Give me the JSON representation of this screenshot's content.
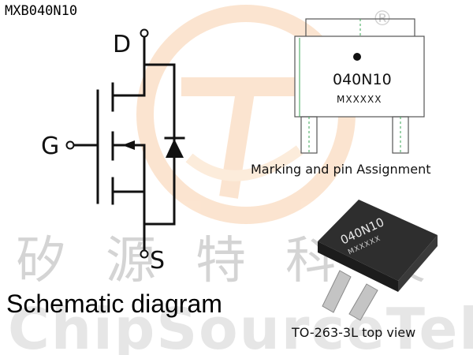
{
  "part_number": "MXB040N10",
  "schematic": {
    "caption": "Schematic diagram",
    "pin_drain": "D",
    "pin_gate": "G",
    "pin_source": "S"
  },
  "marking": {
    "caption": "Marking and pin Assignment",
    "code": "040N10",
    "lot": "MXXXXX"
  },
  "package": {
    "caption": "TO-263-3L top view",
    "code": "040N10",
    "lot": "MXXXXX"
  },
  "watermark": {
    "chinese": "矽源特科技",
    "english": "ChipSourceTek",
    "registered": "®"
  },
  "colors": {
    "line": "#111111",
    "outline": "#555555",
    "pin_accent": "#3aa655",
    "logo_orange": "#f5b57a",
    "watermark_gray": "#d4d4d4",
    "package_body": "#2b2b2b",
    "leads": "#bfbfbf"
  }
}
